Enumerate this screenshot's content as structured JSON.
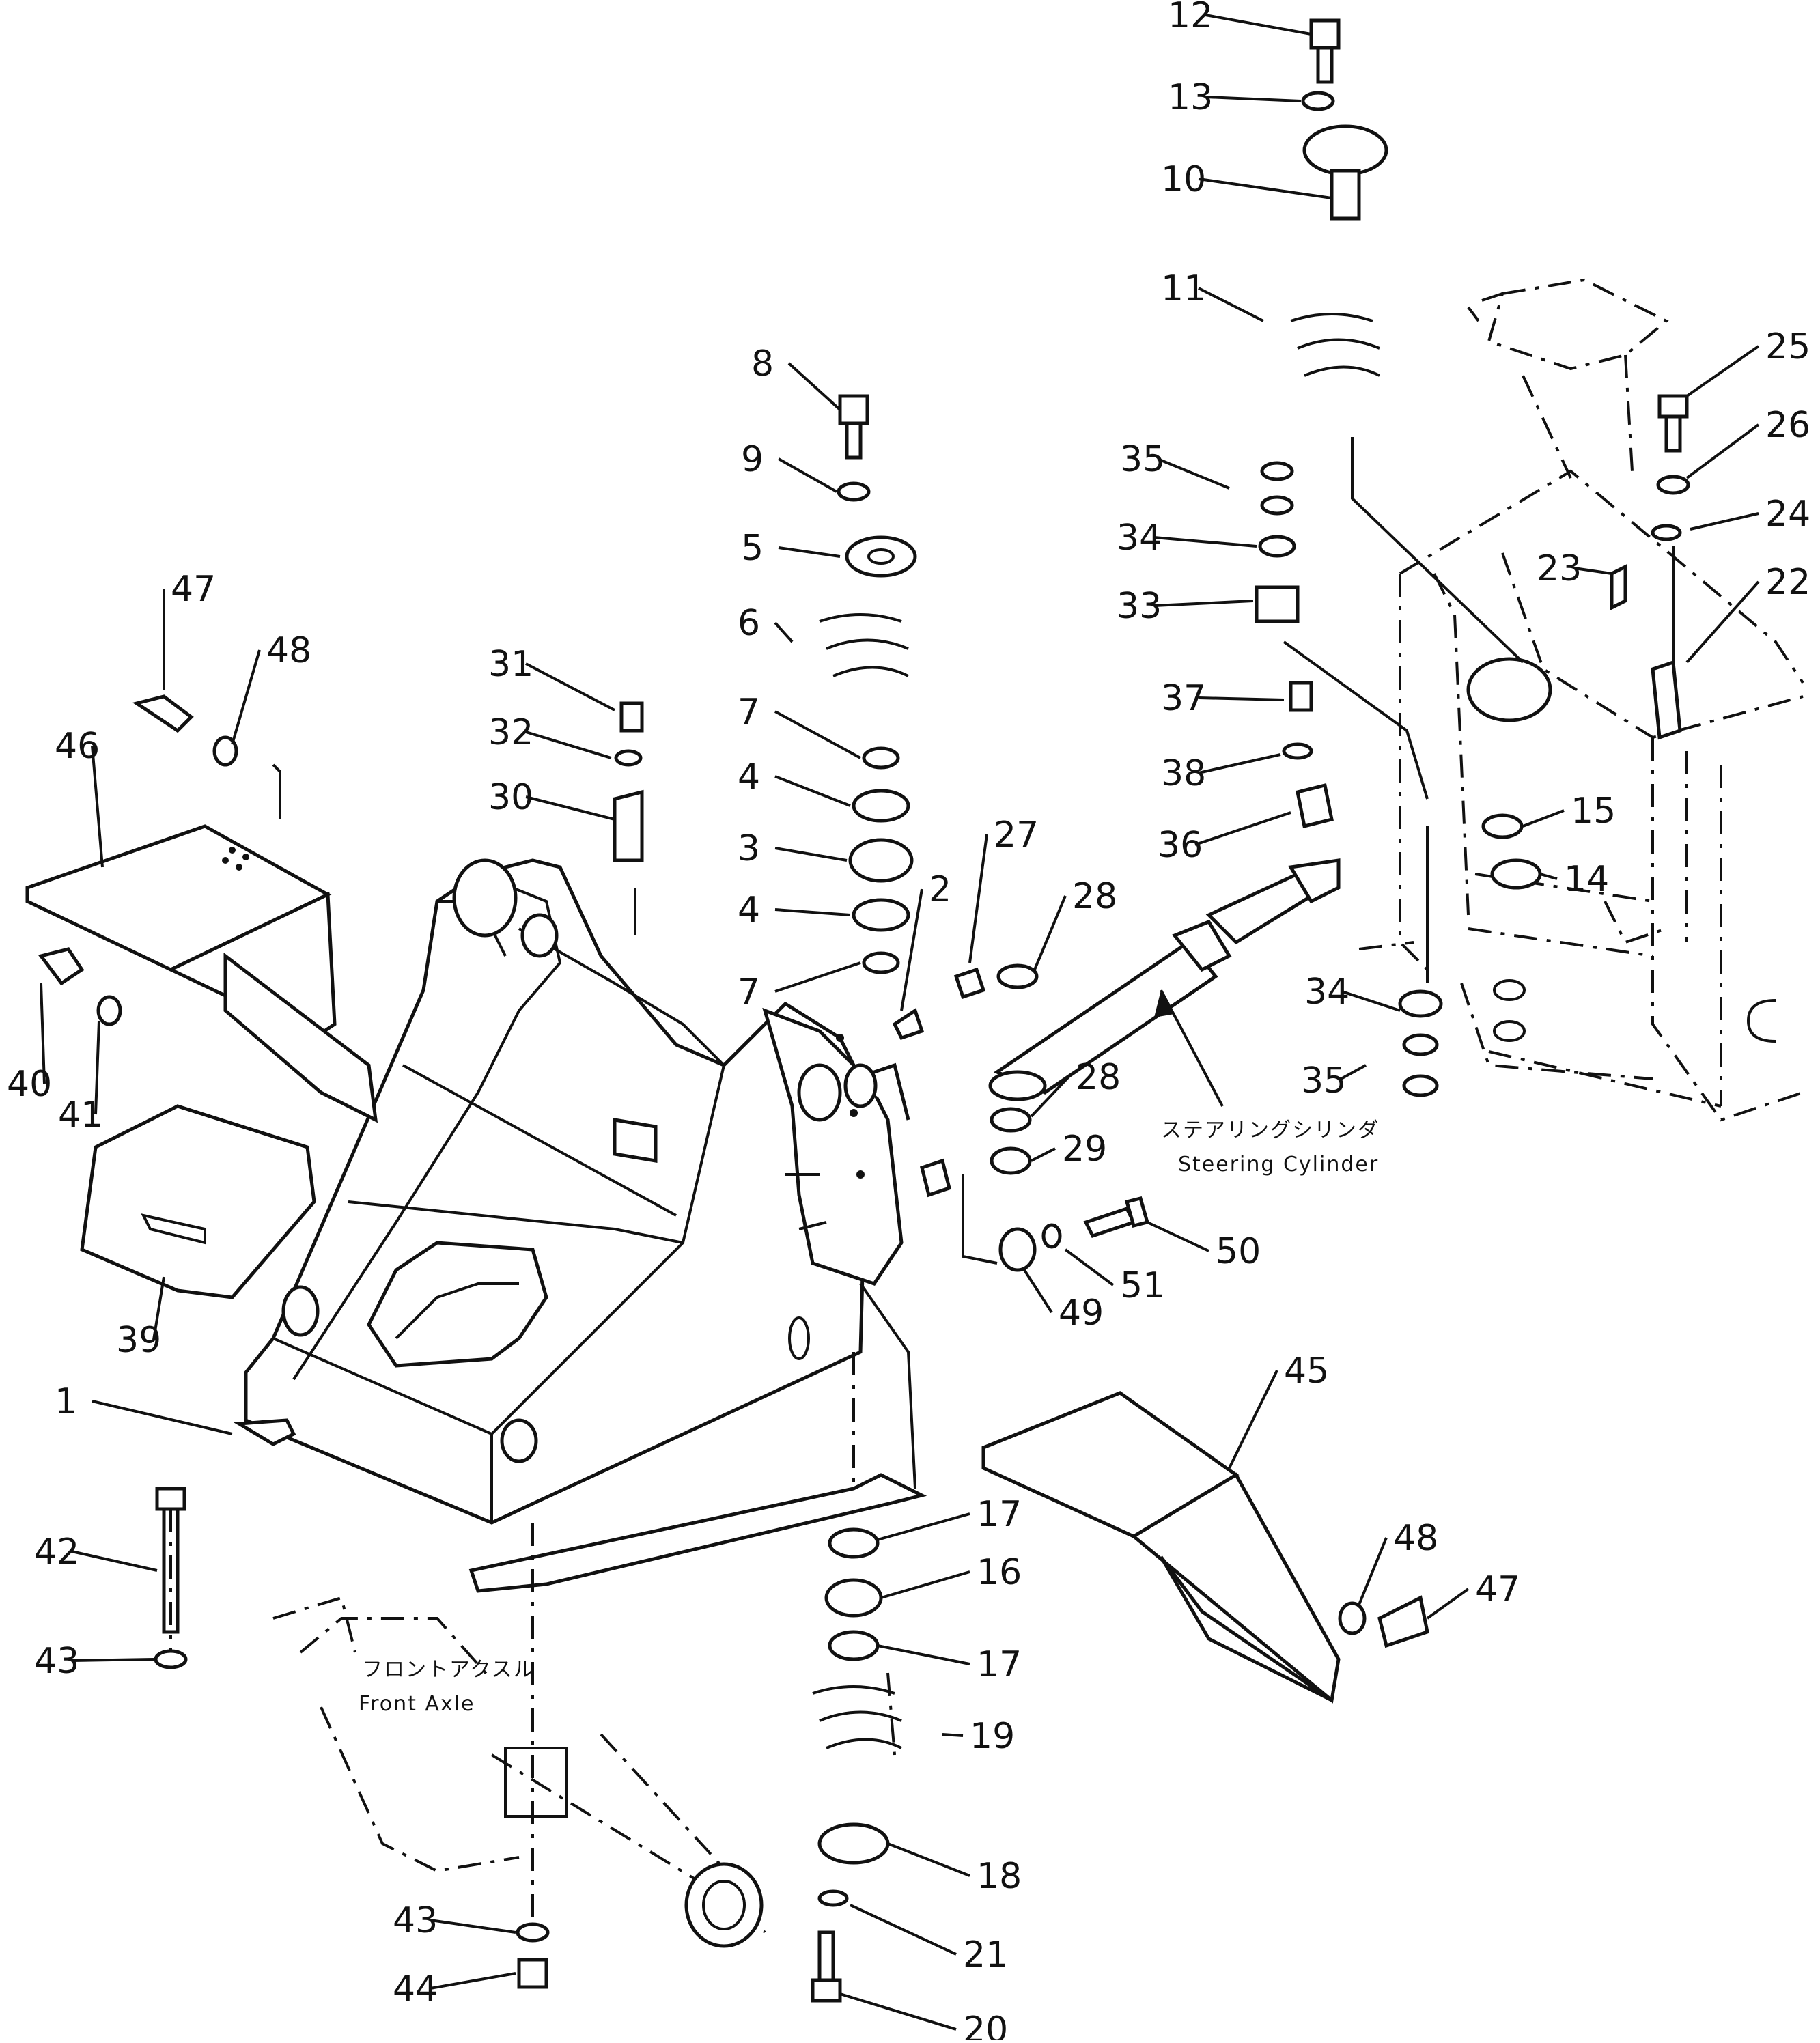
{
  "callouts": [
    {
      "n": "1"
    },
    {
      "n": "2"
    },
    {
      "n": "3"
    },
    {
      "n": "4"
    },
    {
      "n": "4"
    },
    {
      "n": "5"
    },
    {
      "n": "6"
    },
    {
      "n": "7"
    },
    {
      "n": "7"
    },
    {
      "n": "8"
    },
    {
      "n": "9"
    },
    {
      "n": "10"
    },
    {
      "n": "11"
    },
    {
      "n": "12"
    },
    {
      "n": "13"
    },
    {
      "n": "14"
    },
    {
      "n": "15"
    },
    {
      "n": "16"
    },
    {
      "n": "17"
    },
    {
      "n": "17"
    },
    {
      "n": "18"
    },
    {
      "n": "19"
    },
    {
      "n": "20"
    },
    {
      "n": "21"
    },
    {
      "n": "22"
    },
    {
      "n": "23"
    },
    {
      "n": "24"
    },
    {
      "n": "25"
    },
    {
      "n": "26"
    },
    {
      "n": "27"
    },
    {
      "n": "28"
    },
    {
      "n": "28"
    },
    {
      "n": "29"
    },
    {
      "n": "30"
    },
    {
      "n": "31"
    },
    {
      "n": "32"
    },
    {
      "n": "33"
    },
    {
      "n": "34"
    },
    {
      "n": "34"
    },
    {
      "n": "35"
    },
    {
      "n": "35"
    },
    {
      "n": "36"
    },
    {
      "n": "37"
    },
    {
      "n": "38"
    },
    {
      "n": "39"
    },
    {
      "n": "40"
    },
    {
      "n": "41"
    },
    {
      "n": "42"
    },
    {
      "n": "43"
    },
    {
      "n": "43"
    },
    {
      "n": "44"
    },
    {
      "n": "45"
    },
    {
      "n": "46"
    },
    {
      "n": "47"
    },
    {
      "n": "47"
    },
    {
      "n": "48"
    },
    {
      "n": "48"
    },
    {
      "n": "49"
    },
    {
      "n": "50"
    },
    {
      "n": "51"
    }
  ],
  "labels": {
    "steering_cylinder_jp": "ステアリングシリンダ",
    "steering_cylinder_en": "Steering Cylinder",
    "front_axle_jp": "フロントアクスル",
    "front_axle_en": "Front Axle"
  }
}
